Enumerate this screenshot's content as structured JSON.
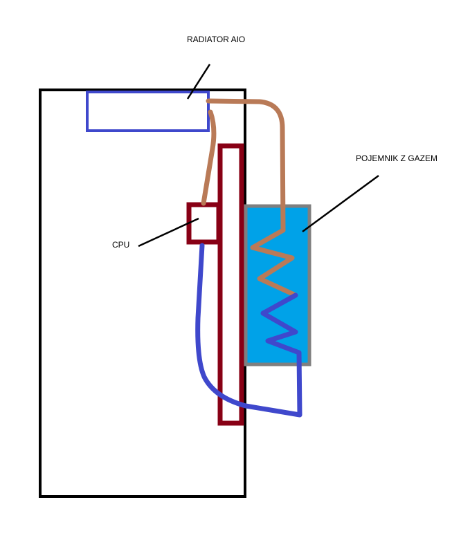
{
  "labels": {
    "radiator": "RADIATOR AIO",
    "container": "POJEMNIK Z GAZEM",
    "cpu": "CPU"
  },
  "colors": {
    "case": "#000000",
    "radiator": "#3f48cc",
    "hot_pipe": "#b97a57",
    "cold_pipe": "#3f48cc",
    "board": "#880015",
    "gas_fill": "#00a2e8",
    "container_border": "#7f7f7f"
  }
}
